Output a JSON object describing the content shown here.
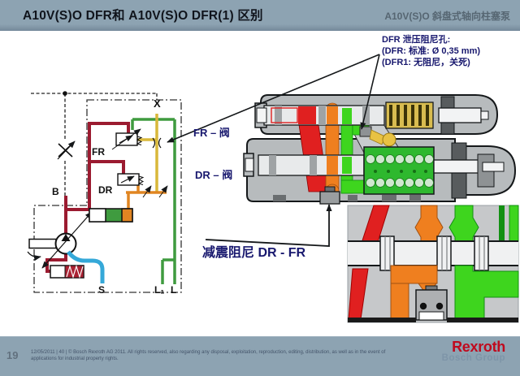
{
  "header": {
    "title": "A10V(S)O DFR和  A10V(S)O DFR(1) 区别",
    "product": "A10V(S)O 斜盘式轴向柱塞泵"
  },
  "callout": {
    "line1": "DFR 泄压阻尼孔:",
    "line2": "(DFR: 标准: Ø 0,35 mm)",
    "line3": "(DFR1: 无阻尼，关死)"
  },
  "labels": {
    "fr_valve": "FR – 阀",
    "dr_valve": "DR – 阀",
    "damping": "减震阻尼 DR - FR"
  },
  "schematic_ports": {
    "x": "X",
    "b": "B",
    "s": "S",
    "l1": "L₁",
    "l": "L",
    "fr": "FR",
    "dr": "DR"
  },
  "footer": {
    "page": "19",
    "copyright": "12/05/2011 | 40 | © Bosch Rexroth AG 2011. All rights reserved, also regarding any disposal, exploitation, reproduction, editing, distribution, as well as in the event of applications for industrial property rights.",
    "brand": "Rexroth",
    "brand_sub": "Bosch Group"
  },
  "colors": {
    "header_bg": "#8da3b2",
    "callout_text": "#18186e",
    "schematic_red": "#9b1b30",
    "schematic_green": "#3f9b3f",
    "schematic_yellow": "#d9b83a",
    "schematic_orange": "#e08522",
    "schematic_blue": "#35a8d8",
    "section_red": "#e02020",
    "section_orange": "#ef7f1f",
    "section_green": "#3ed51e",
    "section_yellow": "#e8c243",
    "brand_red": "#c00a1e"
  }
}
